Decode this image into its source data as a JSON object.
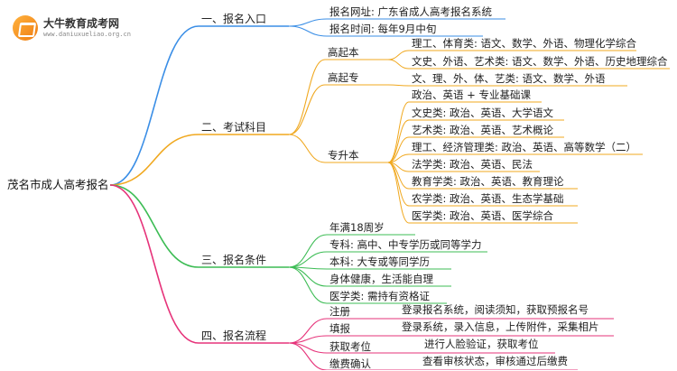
{
  "logo": {
    "brand": "大牛教育成考网",
    "domain": "www.daniuxueliao.org.cn"
  },
  "root": "茂名市成人高考报名",
  "colors": {
    "sec1": "#3a8ee6",
    "sec2": "#f0a81f",
    "sec3": "#3cbc54",
    "sec4": "#e6337a"
  },
  "sections": [
    {
      "label": "一、报名入口",
      "items": [
        {
          "label": "报名网址: 广东省成人高考报名系统"
        },
        {
          "label": "报名时间: 每年9月中旬"
        }
      ]
    },
    {
      "label": "二、考试科目",
      "groups": [
        {
          "label": "高起本",
          "items": [
            {
              "label": "理工、体育类: 语文、数学、外语、物理化学综合"
            },
            {
              "label": "文史、外语、艺术类: 语文、数学、外语、历史地理综合"
            }
          ]
        },
        {
          "label": "高起专",
          "items": [
            {
              "label": "文、理、外、体、艺类: 语文、数学、外语"
            }
          ]
        },
        {
          "label": "专升本",
          "items": [
            {
              "label": "政治、英语 + 专业基础课"
            },
            {
              "label": "文史类: 政治、英语、大学语文"
            },
            {
              "label": "艺术类: 政治、英语、艺术概论"
            },
            {
              "label": "理工、经济管理类: 政治、英语、高等数学（二）"
            },
            {
              "label": "法学类: 政治、英语、民法"
            },
            {
              "label": "教育学类: 政治、英语、教育理论"
            },
            {
              "label": "农学类: 政治、英语、生态学基础"
            },
            {
              "label": "医学类: 政治、英语、医学综合"
            }
          ]
        }
      ]
    },
    {
      "label": "三、报名条件",
      "items": [
        {
          "label": "年满18周岁"
        },
        {
          "label": "专科: 高中、中专学历或同等学力"
        },
        {
          "label": "本科: 大专或等同学历"
        },
        {
          "label": "身体健康，生活能自理"
        },
        {
          "label": "医学类: 需持有资格证"
        }
      ]
    },
    {
      "label": "四、报名流程",
      "items": [
        {
          "label": "注册",
          "detail": "登录报名系统，阅读须知，获取预报名号"
        },
        {
          "label": "填报",
          "detail": "登录系统，录入信息，上传附件，采集相片"
        },
        {
          "label": "获取考位",
          "detail": "进行人脸验证，获取考位"
        },
        {
          "label": "缴费确认",
          "detail": "查看审核状态，审核通过后缴费"
        }
      ]
    }
  ]
}
